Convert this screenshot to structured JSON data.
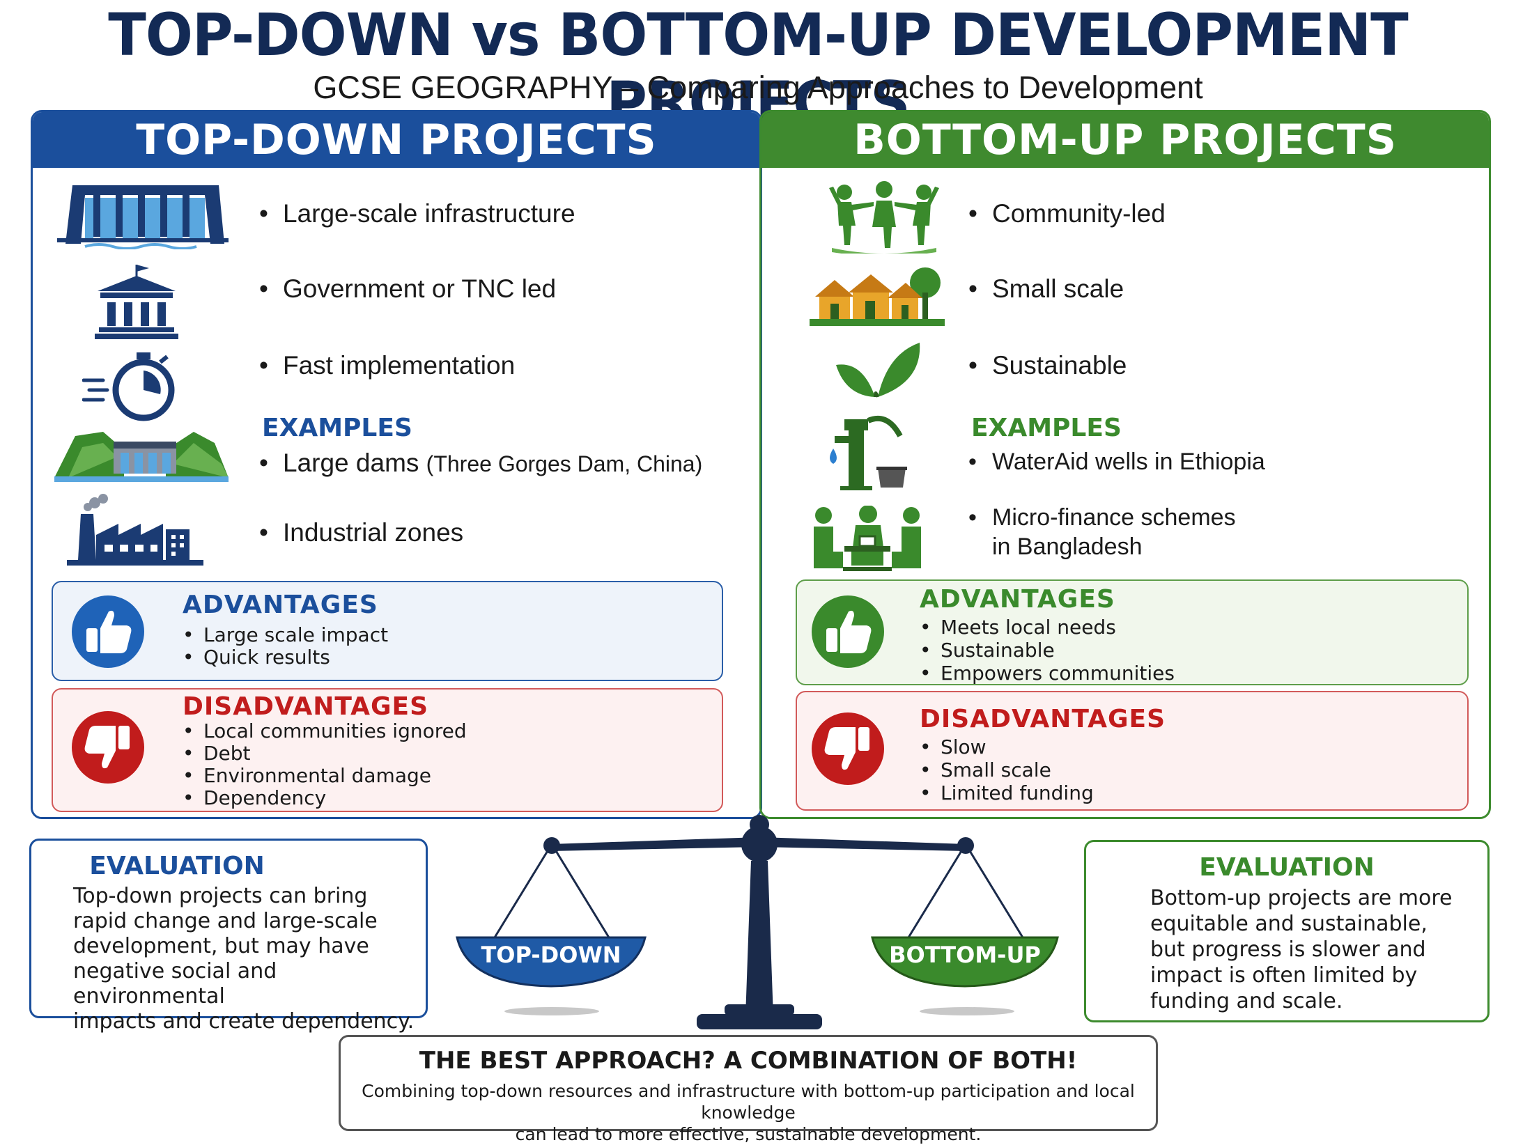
{
  "header": {
    "title": "TOP-DOWN vs BOTTOM-UP DEVELOPMENT PROJECTS",
    "subtitle": "GCSE GEOGRAPHY – Comparing Approaches to Development"
  },
  "top_down": {
    "heading": "TOP-DOWN PROJECTS",
    "features": [
      "Large-scale infrastructure",
      "Government or TNC led",
      "Fast implementation"
    ],
    "examples_title": "EXAMPLES",
    "example_1_main": "Large dams",
    "example_1_detail": "(Three Gorges Dam, China)",
    "example_2": "Industrial zones",
    "advantages_title": "ADVANTAGES",
    "advantages": [
      "Large scale impact",
      "Quick results"
    ],
    "disadvantages_title": "DISADVANTAGES",
    "disadvantages": [
      "Local communities ignored",
      "Debt",
      "Environmental damage",
      "Dependency"
    ],
    "evaluation_title": "EVALUATION",
    "evaluation_lines": [
      "Top-down projects can bring",
      "rapid change and large-scale",
      "development, but may have",
      "negative social and environmental",
      "impacts and create dependency."
    ]
  },
  "bottom_up": {
    "heading": "BOTTOM-UP PROJECTS",
    "features": [
      "Community-led",
      "Small scale",
      "Sustainable"
    ],
    "examples_title": "EXAMPLES",
    "example_1": "WaterAid wells in Ethiopia",
    "example_2_line1": "Micro-finance schemes",
    "example_2_line2": "in Bangladesh",
    "advantages_title": "ADVANTAGES",
    "advantages": [
      "Meets local needs",
      "Sustainable",
      "Empowers communities"
    ],
    "disadvantages_title": "DISADVANTAGES",
    "disadvantages": [
      "Slow",
      "Small scale",
      "Limited funding"
    ],
    "evaluation_title": "EVALUATION",
    "evaluation_lines": [
      "Bottom-up projects are more",
      "equitable and sustainable,",
      "but progress is slower and",
      "impact is often limited by",
      "funding and scale."
    ]
  },
  "scale": {
    "left_label": "TOP-DOWN",
    "right_label": "BOTTOM-UP"
  },
  "conclusion": {
    "title": "THE BEST APPROACH?  A COMBINATION OF BOTH!",
    "line1": "Combining top-down resources and infrastructure with bottom-up participation and local knowledge",
    "line2": "can lead to more effective, sustainable development."
  },
  "colors": {
    "navy": "#132a55",
    "blue": "#1b4f9c",
    "green": "#3f8a2f",
    "red": "#c11c1c"
  }
}
